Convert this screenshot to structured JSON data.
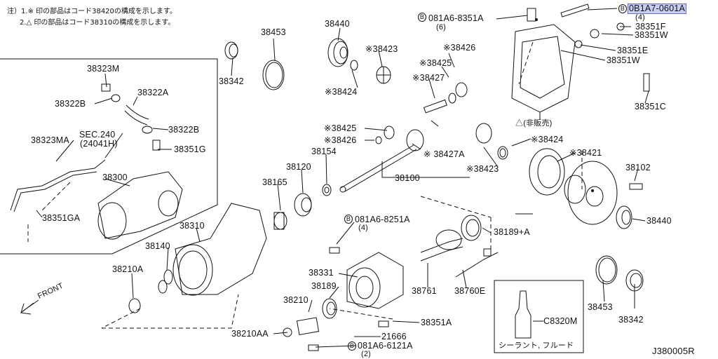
{
  "notes": [
    "注）1.※ 印の部品はコード38420の構成を示します。",
    "2.△ 印の部品はコード38310の構成を示します。"
  ],
  "diagram_id": "J380005R",
  "front_label": "FRONT",
  "not_sold_label": "△(非販売)",
  "sealant_label": "シーラント, フルード",
  "bolt_marker": "B",
  "parts": {
    "p38323M": "38323M",
    "p38322A": "38322A",
    "p38322B_l": "38322B",
    "p38322B_r": "38322B",
    "p38323MA": "38323MA",
    "sec240": "SEC.240",
    "sec240_sub": "(24041H)",
    "p38351G": "38351G",
    "p38300": "38300",
    "p38351GA": "38351GA",
    "p38453_top": "38453",
    "p38342_top": "38342",
    "p38440_top": "38440",
    "p38423_top": "※38423",
    "p38424_top": "※38424",
    "p38426_top": "※38426",
    "p38425_top": "※38425",
    "p38427": "※38427",
    "bolt_8351A": "081A6-8351A",
    "bolt_8351A_qty": "(6)",
    "bolt_0601A": "0B1A7-0601A",
    "bolt_0601A_qty": "(4)",
    "p38351F": "38351F",
    "p38351W_1": "38351W",
    "p38351E": "38351E",
    "p38351W_2": "38351W",
    "p38351C": "38351C",
    "p38425_mid": "※38425",
    "p38426_mid": "※38426",
    "p38154": "38154",
    "p38427A": "※ 38427A",
    "p38424_mid": "※38424",
    "p38423_mid": "※38423",
    "p38421": "※38421",
    "p38102": "38102",
    "p38120": "38120",
    "p38165": "38165",
    "p38100": "38100",
    "p38310": "38310",
    "p38140": "38140",
    "p38210A": "38210A",
    "bolt_8251A": "081A6-8251A",
    "bolt_8251A_qty": "(4)",
    "p38189A": "38189+A",
    "p38440_right": "38440",
    "p38331": "38331",
    "p38189": "38189",
    "p38761": "38761",
    "p38760E": "38760E",
    "p38210": "38210",
    "p21666": "21666",
    "p38351A": "38351A",
    "p38210AA": "38210AA",
    "bolt_6121A": "081A6-6121A",
    "bolt_6121A_qty": "(2)",
    "pC8320M": "C8320M",
    "p38453_bot": "38453",
    "p38342_bot": "38342"
  }
}
